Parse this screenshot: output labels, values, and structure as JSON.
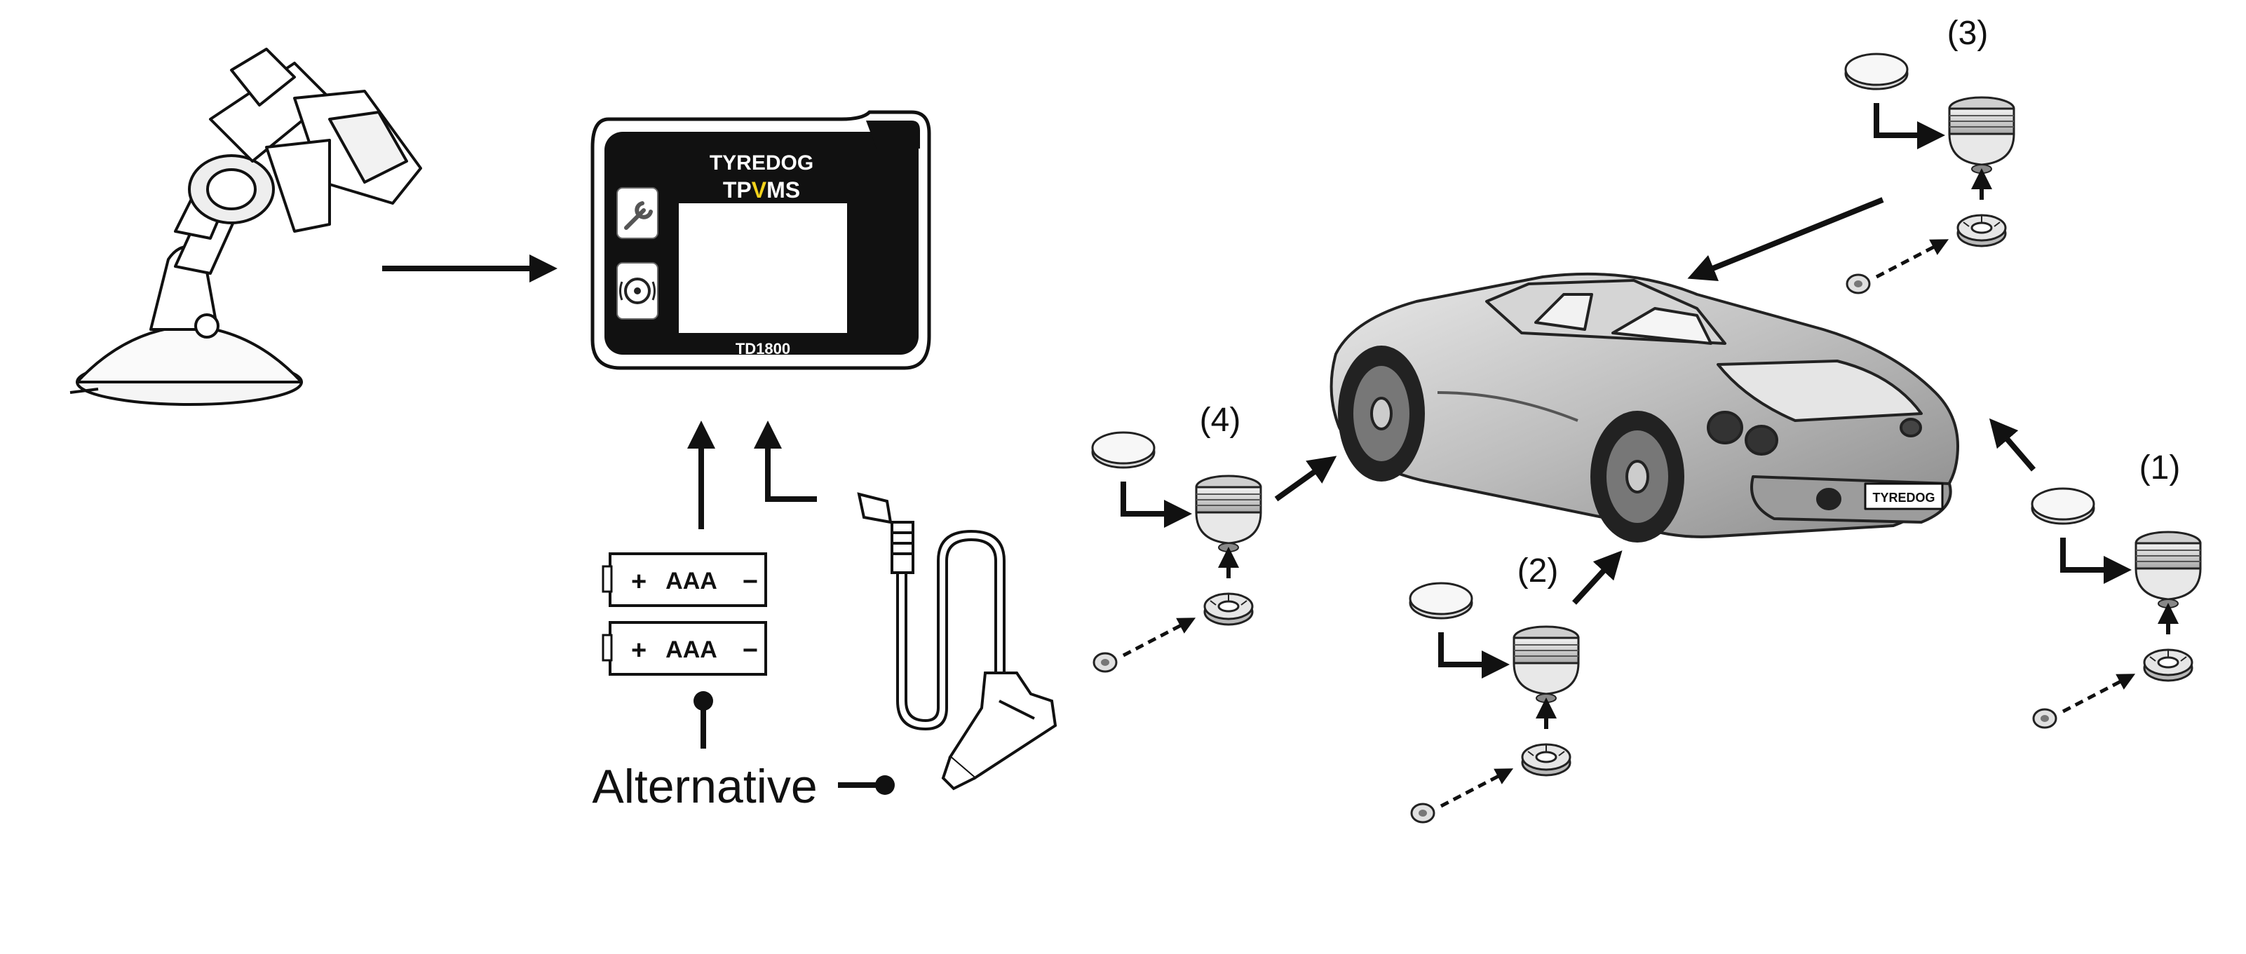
{
  "monitor": {
    "brand_line1": "TYREDOG",
    "brand_line2_pre": "TP",
    "brand_line2_accent": "V",
    "brand_line2_post": "MS",
    "model": "TD1800",
    "accent_color": "#f2d21b",
    "body_color": "#111111",
    "button_icons": [
      "wrench-icon",
      "sensor-icon"
    ]
  },
  "batteries": [
    {
      "plus": "+",
      "text": "AAA",
      "minus": "−"
    },
    {
      "plus": "+",
      "text": "AAA",
      "minus": "−"
    }
  ],
  "alternative_label": "Alternative",
  "car": {
    "plate_text": "TYREDOG"
  },
  "sensors": [
    {
      "label": "(1)"
    },
    {
      "label": "(2)"
    },
    {
      "label": "(3)"
    },
    {
      "label": "(4)"
    }
  ]
}
